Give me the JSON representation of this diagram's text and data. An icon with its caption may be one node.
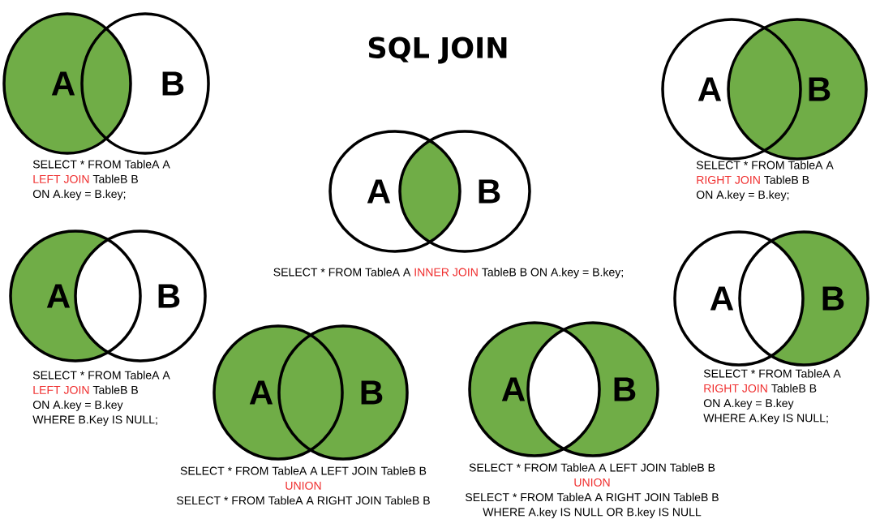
{
  "diagram": {
    "title": "SQL JOIN",
    "nodes": [
      {
        "text": [
          "A"
        ]
      },
      {
        "text": [
          "B"
        ]
      },
      {
        "text": [
          "A"
        ]
      },
      {
        "text": [
          "B"
        ]
      },
      {
        "text": [
          "A"
        ]
      },
      {
        "text": [
          "B"
        ]
      },
      {
        "text": [
          "A"
        ]
      },
      {
        "text": [
          "B"
        ]
      },
      {
        "text": [
          "A"
        ]
      },
      {
        "text": [
          "B"
        ]
      },
      {
        "text": [
          "A"
        ]
      },
      {
        "text": [
          "B"
        ]
      },
      {
        "text": [
          "A"
        ]
      },
      {
        "text": [
          "B"
        ]
      }
    ],
    "labels": [
      "SELECT * FROM TableA A",
      "LEFT JOIN",
      "TableB B",
      "ON A.key = B.key;",
      "SELECT * FROM TableA A",
      "RIGHT JOIN",
      "TableB B",
      "ON A.key = B.key;",
      "SELECT * FROM TableA A",
      "INNER JOIN",
      "TableB B ON A.key = B.key;",
      "SELECT * FROM TableA A",
      "LEFT JOIN",
      "TableB B",
      "ON A.key = B.key",
      "WHERE B.Key IS NULL;",
      "SELECT * FROM TableA A",
      "RIGHT JOIN",
      "TableB B",
      "ON A.key = B.key",
      "WHERE A.Key IS NULL;",
      "SELECT * FROM TableA A LEFT JOIN TableB B",
      "UNION",
      "SELECT * FROM TableA A RIGHT JOIN TableB B",
      "SELECT * FROM TableA A LEFT JOIN TableB B",
      "UNION",
      "SELECT * FROM TableA A RIGHT JOIN TableB B",
      "WHERE A.key IS NULL OR B.key IS NULL"
    ]
  }
}
